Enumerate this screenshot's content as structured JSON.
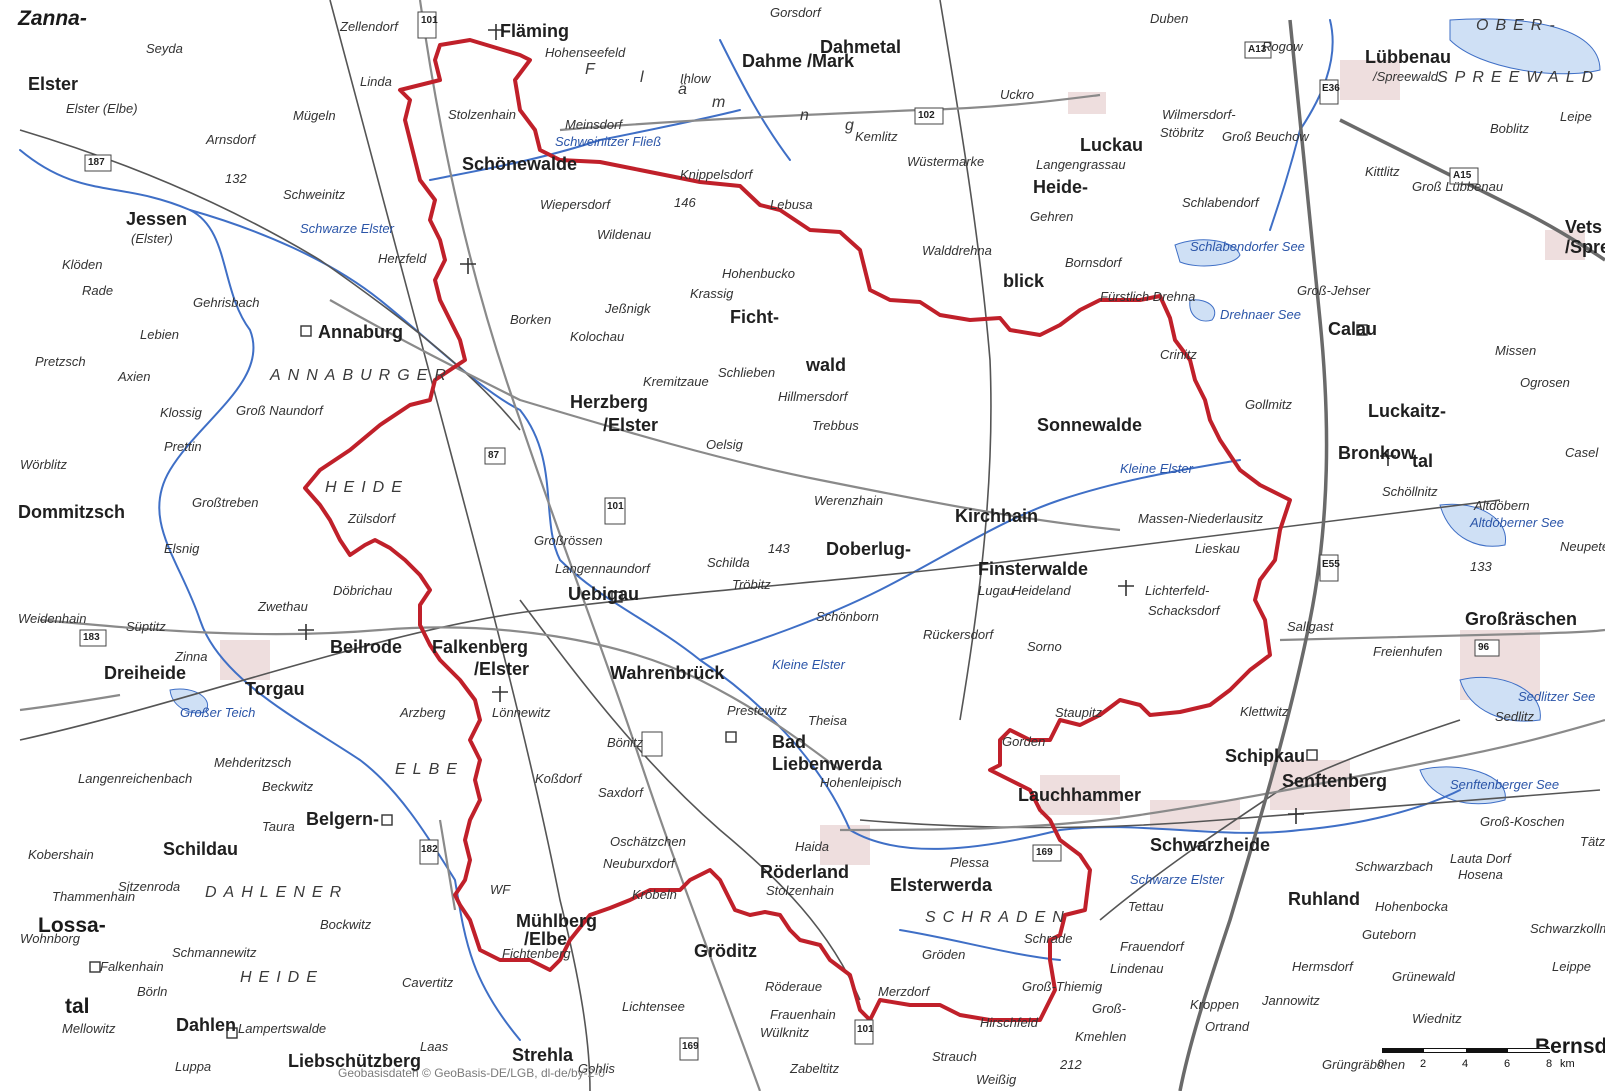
{
  "map": {
    "attribution": "Geobasisdaten © GeoBasis-DE/LGB, dl-de/by-2-0",
    "colors": {
      "background": "#ffffff",
      "boundary": "#c0202a",
      "water": "#3f6fc6",
      "road": "#7a7a7a",
      "railway": "#555555",
      "urban": "#e8d7d7"
    },
    "scale": {
      "ticks": [
        "0",
        "2",
        "4",
        "6",
        "8"
      ],
      "unit": "km"
    },
    "boundary_vertices_count_note": null,
    "labels": [
      {
        "id": "zanna",
        "text": "Zanna-"
      },
      {
        "id": "elster",
        "text": "Elster"
      },
      {
        "id": "seyda",
        "text": "Seyda"
      },
      {
        "id": "zellendorf",
        "text": "Zellendorf"
      },
      {
        "id": "flaming",
        "text": "Fläming"
      },
      {
        "id": "gorsdorf",
        "text": "Gorsdorf"
      },
      {
        "id": "dahmetal",
        "text": "Dahmetal"
      },
      {
        "id": "dahme",
        "text": "Dahme /Mark"
      },
      {
        "id": "duben",
        "text": "Duben"
      },
      {
        "id": "rogow",
        "text": "Rogow"
      },
      {
        "id": "lubbenau",
        "text": "Lübbenau"
      },
      {
        "id": "spreewald_small",
        "text": "/Spreewald"
      },
      {
        "id": "ober",
        "text": "OBER-"
      },
      {
        "id": "spreewald_region",
        "text": "SPREEWALD"
      },
      {
        "id": "hohenseefeld",
        "text": "Hohenseefeld"
      },
      {
        "id": "ihlow",
        "text": "Ihlow"
      },
      {
        "id": "flaming_f",
        "text": "F"
      },
      {
        "id": "flaming_l",
        "text": "l"
      },
      {
        "id": "flaming_a",
        "text": "ä"
      },
      {
        "id": "flaming_m",
        "text": "m"
      },
      {
        "id": "flaming_n",
        "text": "n"
      },
      {
        "id": "flaming_g",
        "text": "g"
      },
      {
        "id": "linda",
        "text": "Linda"
      },
      {
        "id": "mugeln",
        "text": "Mügeln"
      },
      {
        "id": "stolzenhain",
        "text": "Stolzenhain"
      },
      {
        "id": "elster_elbe",
        "text": "Elster (Elbe)"
      },
      {
        "id": "arnsdorf",
        "text": "Arnsdorf"
      },
      {
        "id": "meinsdorf",
        "text": "Meinsdorf"
      },
      {
        "id": "schweinitzer_fliess",
        "text": "Schweinitzer Fließ"
      },
      {
        "id": "kemlitz",
        "text": "Kemlitz"
      },
      {
        "id": "uckro",
        "text": "Uckro"
      },
      {
        "id": "luckau",
        "text": "Luckau"
      },
      {
        "id": "wilmersdorf",
        "text": "Wilmersdorf-"
      },
      {
        "id": "stobritz",
        "text": "Stöbritz"
      },
      {
        "id": "gross_beuchow",
        "text": "Groß Beuchow"
      },
      {
        "id": "boblitz",
        "text": "Boblitz"
      },
      {
        "id": "leipe",
        "text": "Leipe"
      },
      {
        "id": "schonewalde",
        "text": "Schönewalde"
      },
      {
        "id": "wustermarke",
        "text": "Wüstermarke"
      },
      {
        "id": "langengrassau",
        "text": "Langengrassau"
      },
      {
        "id": "heideblick_1",
        "text": "Heide-"
      },
      {
        "id": "heideblick_2",
        "text": "blick"
      },
      {
        "id": "kittlitz",
        "text": "Kittlitz"
      },
      {
        "id": "gross_lubbenau",
        "text": "Groß Lübbenau"
      },
      {
        "id": "n132",
        "text": "132"
      },
      {
        "id": "schweinitz",
        "text": "Schweinitz"
      },
      {
        "id": "wiepersdorf",
        "text": "Wiepersdorf"
      },
      {
        "id": "n146",
        "text": "146"
      },
      {
        "id": "knippelsdorf",
        "text": "Knippelsdorf"
      },
      {
        "id": "lebusa",
        "text": "Lebusa"
      },
      {
        "id": "gohren",
        "text": "Gehren"
      },
      {
        "id": "schlabendorf",
        "text": "Schlabendorf"
      },
      {
        "id": "jessen",
        "text": "Jessen"
      },
      {
        "id": "jessen_elster",
        "text": "(Elster)"
      },
      {
        "id": "wildenau",
        "text": "Wildenau"
      },
      {
        "id": "schwarze_elster_1",
        "text": "Schwarze Elster"
      },
      {
        "id": "herzberg_village",
        "text": "Herzfeld"
      },
      {
        "id": "walddrehna",
        "text": "Walddrehna"
      },
      {
        "id": "bornsdorf",
        "text": "Bornsdorf"
      },
      {
        "id": "schlabendorfer_see",
        "text": "Schlabendorfer See"
      },
      {
        "id": "vetschau",
        "text": "Vets"
      },
      {
        "id": "vetschau2",
        "text": "/Spre"
      },
      {
        "id": "kloden",
        "text": "Klöden"
      },
      {
        "id": "rade",
        "text": "Rade"
      },
      {
        "id": "gehrsbach",
        "text": "Gehrisbach"
      },
      {
        "id": "hohenbucko",
        "text": "Hohenbucko"
      },
      {
        "id": "krassig",
        "text": "Krassig"
      },
      {
        "id": "fichtwald_1",
        "text": "Ficht-"
      },
      {
        "id": "fichtwald_2",
        "text": "wald"
      },
      {
        "id": "gross_jehser",
        "text": "Groß-Jehser"
      },
      {
        "id": "gross_drehna",
        "text": "Fürstlich Drehna"
      },
      {
        "id": "drehnaer_see",
        "text": "Drehnaer See"
      },
      {
        "id": "calau",
        "text": "Calau"
      },
      {
        "id": "annaburg",
        "text": "Annaburg"
      },
      {
        "id": "borken",
        "text": "Borken"
      },
      {
        "id": "jossnigk",
        "text": "Jeßnigk"
      },
      {
        "id": "kolochau",
        "text": "Kolochau"
      },
      {
        "id": "sallgast_area",
        "text": "Sallgast"
      },
      {
        "id": "crinitz",
        "text": "Crinitz"
      },
      {
        "id": "missen",
        "text": "Missen"
      },
      {
        "id": "prelzsch",
        "text": "Pretzsch"
      },
      {
        "id": "lebien",
        "text": "Lebien"
      },
      {
        "id": "annaburger_heide",
        "text": "ANNABURGER"
      },
      {
        "id": "axien",
        "text": "Axien"
      },
      {
        "id": "kremitzaue",
        "text": "Kremitzaue"
      },
      {
        "id": "schlieben",
        "text": "Schlieben"
      },
      {
        "id": "hillmersdorf",
        "text": "Hillmersdorf"
      },
      {
        "id": "ogrosen",
        "text": "Ogrosen"
      },
      {
        "id": "klossig",
        "text": "Klossig"
      },
      {
        "id": "gross_naundorf",
        "text": "Groß Naundorf"
      },
      {
        "id": "herzberg",
        "text": "Herzberg"
      },
      {
        "id": "herzberg_elster",
        "text": "/Elster"
      },
      {
        "id": "trebbus",
        "text": "Trebbus"
      },
      {
        "id": "gollmitz",
        "text": "Gollmitz"
      },
      {
        "id": "luckaitztal",
        "text": "Luckaitz-"
      },
      {
        "id": "prettin",
        "text": "Prettin"
      },
      {
        "id": "oelsig",
        "text": "Oelsig"
      },
      {
        "id": "sonnewalde",
        "text": "Sonnewalde"
      },
      {
        "id": "bronkow",
        "text": "Bronkow"
      },
      {
        "id": "tal",
        "text": "tal"
      },
      {
        "id": "casel",
        "text": "Casel"
      },
      {
        "id": "worblitz",
        "text": "Wörblitz"
      },
      {
        "id": "heide_1",
        "text": "HEIDE"
      },
      {
        "id": "kleine_elster",
        "text": "Kleine Elster"
      },
      {
        "id": "schollnitz",
        "text": "Schöllnitz"
      },
      {
        "id": "dommitzsch",
        "text": "Dommitzsch"
      },
      {
        "id": "grosstreben",
        "text": "Großtreben"
      },
      {
        "id": "zulsdorf",
        "text": "Zülsdorf"
      },
      {
        "id": "werenzhain",
        "text": "Werenzhain"
      },
      {
        "id": "kirchhain",
        "text": "Kirchhain"
      },
      {
        "id": "massen",
        "text": "Massen-Niederlausitz"
      },
      {
        "id": "altdobern",
        "text": "Altdöbern"
      },
      {
        "id": "altdoberner_see",
        "text": "Altdöberner See"
      },
      {
        "id": "neupetershain",
        "text": "Neupete"
      },
      {
        "id": "elsnig",
        "text": "Elsnig"
      },
      {
        "id": "grossrossen",
        "text": "Großrössen"
      },
      {
        "id": "n143",
        "text": "143"
      },
      {
        "id": "doberlug",
        "text": "Doberlug-"
      },
      {
        "id": "finsterwalde",
        "text": "Finsterwalde"
      },
      {
        "id": "lieskau",
        "text": "Lieskau"
      },
      {
        "id": "dobrichau",
        "text": "Döbrichau"
      },
      {
        "id": "langennaundorf",
        "text": "Langennaundorf"
      },
      {
        "id": "schilda",
        "text": "Schilda"
      },
      {
        "id": "lugau",
        "text": "Lugau"
      },
      {
        "id": "heideland",
        "text": "Heideland"
      },
      {
        "id": "lichterfeld",
        "text": "Lichterfeld-"
      },
      {
        "id": "schacksdorf",
        "text": "Schacksdorf"
      },
      {
        "id": "n133",
        "text": "133"
      },
      {
        "id": "zwethau",
        "text": "Zwethau"
      },
      {
        "id": "uebigau",
        "text": "Uebigau"
      },
      {
        "id": "trobitz",
        "text": "Tröbitz"
      },
      {
        "id": "weidenhain",
        "text": "Weidenhain"
      },
      {
        "id": "schonborn",
        "text": "Schönborn"
      },
      {
        "id": "ruckersdorf",
        "text": "Rückersdorf"
      },
      {
        "id": "sallgast",
        "text": "Sallgast"
      },
      {
        "id": "grossraschen",
        "text": "Großräschen"
      },
      {
        "id": "sitplitz",
        "text": "Süptitz"
      },
      {
        "id": "beilrode",
        "text": "Beilrode"
      },
      {
        "id": "falkenberg",
        "text": "Falkenberg"
      },
      {
        "id": "falkenberg_elster",
        "text": "/Elster"
      },
      {
        "id": "sorno",
        "text": "Sorno"
      },
      {
        "id": "freienhufen",
        "text": "Freienhufen"
      },
      {
        "id": "n96",
        "text": "96"
      },
      {
        "id": "zinna",
        "text": "Zinna"
      },
      {
        "id": "dreiheide",
        "text": "Dreiheide"
      },
      {
        "id": "torgau",
        "text": "Torgau"
      },
      {
        "id": "wahrenbruck",
        "text": "Wahrenbrück"
      },
      {
        "id": "kleine_elster_2",
        "text": "Kleine Elster"
      },
      {
        "id": "staupitz",
        "text": "Staupitz"
      },
      {
        "id": "klettwitz",
        "text": "Klettwitz"
      },
      {
        "id": "sedlitz",
        "text": "Sedlitz"
      },
      {
        "id": "grosser_teich",
        "text": "Großer Teich"
      },
      {
        "id": "lunnewitz",
        "text": "Lönnewitz"
      },
      {
        "id": "prestewitz",
        "text": "Prestewitz"
      },
      {
        "id": "theisa",
        "text": "Theisa"
      },
      {
        "id": "sedlitzer_see",
        "text": "Sedlitzer See"
      },
      {
        "id": "arzberg",
        "text": "Arzberg"
      },
      {
        "id": "bonitz",
        "text": "Bönitz"
      },
      {
        "id": "bad_liebenwerda_1",
        "text": "Bad"
      },
      {
        "id": "bad_liebenwerda_2",
        "text": "Liebenwerda"
      },
      {
        "id": "gorden",
        "text": "Gorden"
      },
      {
        "id": "schipkau",
        "text": "Schipkau"
      },
      {
        "id": "mehderitzsch",
        "text": "Mehderitzsch"
      },
      {
        "id": "langenreichenbach",
        "text": "Langenreichenbach"
      },
      {
        "id": "beckwitz",
        "text": "Beckwitz"
      },
      {
        "id": "kossdorf",
        "text": "Koßdorf"
      },
      {
        "id": "saxdorf",
        "text": "Saxdorf"
      },
      {
        "id": "hohenleipisch",
        "text": "Hohenleipisch"
      },
      {
        "id": "lauchhammer",
        "text": "Lauchhammer"
      },
      {
        "id": "senftenberg",
        "text": "Senftenberg"
      },
      {
        "id": "senftenberger_see",
        "text": "Senftenberger See"
      },
      {
        "id": "elbe",
        "text": "ELBE"
      },
      {
        "id": "belgern",
        "text": "Belgern-"
      },
      {
        "id": "taura",
        "text": "Taura"
      },
      {
        "id": "oschatzchen",
        "text": "Oschätzchen"
      },
      {
        "id": "haida",
        "text": "Haida"
      },
      {
        "id": "plessa",
        "text": "Plessa"
      },
      {
        "id": "schwarzheide",
        "text": "Schwarzheide"
      },
      {
        "id": "gross_koschen",
        "text": "Groß-Koschen"
      },
      {
        "id": "tatzsch",
        "text": "Tätzsch"
      },
      {
        "id": "kobershain",
        "text": "Kobershain"
      },
      {
        "id": "schildau",
        "text": "Schildau"
      },
      {
        "id": "neuburxdorf",
        "text": "Neuburxdorf"
      },
      {
        "id": "roderland",
        "text": "Röderland"
      },
      {
        "id": "elsterwerda",
        "text": "Elsterwerda"
      },
      {
        "id": "schwarze_elster_2",
        "text": "Schwarze Elster"
      },
      {
        "id": "schwarzbach",
        "text": "Schwarzbach"
      },
      {
        "id": "laubusch_dorf",
        "text": "Lauta Dorf"
      },
      {
        "id": "hosena",
        "text": "Hosena"
      },
      {
        "id": "sitzenroda",
        "text": "Sitzenroda"
      },
      {
        "id": "thammenhain",
        "text": "Thammenhain"
      },
      {
        "id": "dahlener_heide",
        "text": "DAHLENER"
      },
      {
        "id": "krobeln",
        "text": "Kröbeln"
      },
      {
        "id": "stolzenhain_2",
        "text": "Stolzenhain"
      },
      {
        "id": "schraden",
        "text": "SCHRADEN"
      },
      {
        "id": "tettau",
        "text": "Tettau"
      },
      {
        "id": "ruhland",
        "text": "Ruhland"
      },
      {
        "id": "hohenbocka",
        "text": "Hohenbocka"
      },
      {
        "id": "lossatal_1",
        "text": "Lossa-"
      },
      {
        "id": "wf",
        "text": "WF"
      },
      {
        "id": "muhlberg",
        "text": "Mühlberg"
      },
      {
        "id": "muhlberg_elbe",
        "text": "/Elbe"
      },
      {
        "id": "frauendorf",
        "text": "Frauendorf"
      },
      {
        "id": "guteborn",
        "text": "Guteborn"
      },
      {
        "id": "schwarzkollm",
        "text": "Schwarzkollm"
      },
      {
        "id": "bockwitz",
        "text": "Bockwitz"
      },
      {
        "id": "wohnborg",
        "text": "Wohnborg"
      },
      {
        "id": "schmannewitz",
        "text": "Schmannewitz"
      },
      {
        "id": "fichtenberg",
        "text": "Fichtenberg"
      },
      {
        "id": "groditz",
        "text": "Gröditz"
      },
      {
        "id": "groden",
        "text": "Gröden"
      },
      {
        "id": "schrade",
        "text": "Schrade"
      },
      {
        "id": "lindenau",
        "text": "Lindenau"
      },
      {
        "id": "hermsdorf",
        "text": "Hermsdorf"
      },
      {
        "id": "grunewald",
        "text": "Grünewald"
      },
      {
        "id": "leippe",
        "text": "Leippe"
      },
      {
        "id": "falkenhain",
        "text": "Falkenhain"
      },
      {
        "id": "heide_2",
        "text": "HEIDE"
      },
      {
        "id": "caveritz",
        "text": "Cavertitz"
      },
      {
        "id": "roderaue",
        "text": "Röderaue"
      },
      {
        "id": "merzdorf",
        "text": "Merzdorf"
      },
      {
        "id": "gross_thiemig",
        "text": "Groß-Thiemig"
      },
      {
        "id": "tal_2",
        "text": "tal"
      },
      {
        "id": "borln",
        "text": "Börln"
      },
      {
        "id": "lichtensee",
        "text": "Lichtensee"
      },
      {
        "id": "frauenhain",
        "text": "Frauenhain"
      },
      {
        "id": "hirschfeld",
        "text": "Hirschfeld"
      },
      {
        "id": "gross_kmehlen",
        "text": "Groß-"
      },
      {
        "id": "kroppen",
        "text": "Kroppen"
      },
      {
        "id": "jannowitz",
        "text": "Jannowitz"
      },
      {
        "id": "wiednitz",
        "text": "Wiednitz"
      },
      {
        "id": "mellowitz",
        "text": "Mellowitz"
      },
      {
        "id": "dahlen",
        "text": "Dahlen"
      },
      {
        "id": "lampertswalde",
        "text": "Lampertswalde"
      },
      {
        "id": "laas",
        "text": "Laas"
      },
      {
        "id": "wulknitz",
        "text": "Wülknitz"
      },
      {
        "id": "ortrand",
        "text": "Ortrand"
      },
      {
        "id": "liebschutzberg",
        "text": "Liebschützberg"
      },
      {
        "id": "strehla",
        "text": "Strehla"
      },
      {
        "id": "gohlis",
        "text": "Gohlis"
      },
      {
        "id": "zabeltitz",
        "text": "Zabeltitz"
      },
      {
        "id": "strauch",
        "text": "Strauch"
      },
      {
        "id": "n212",
        "text": "212"
      },
      {
        "id": "weissig",
        "text": "Weißig"
      },
      {
        "id": "grungraben",
        "text": "Grüngräbchen"
      },
      {
        "id": "bernsdorf",
        "text": "Bernsd"
      },
      {
        "id": "luppa",
        "text": "Luppa"
      },
      {
        "id": "kmehlen",
        "text": "Kmehlen"
      }
    ],
    "roads": [
      {
        "id": "r101a",
        "text": "101"
      },
      {
        "id": "r102",
        "text": "102"
      },
      {
        "id": "r187",
        "text": "187"
      },
      {
        "id": "r87",
        "text": "87"
      },
      {
        "id": "r101b",
        "text": "101"
      },
      {
        "id": "r182",
        "text": "182"
      },
      {
        "id": "r183",
        "text": "183"
      },
      {
        "id": "r169",
        "text": "169"
      },
      {
        "id": "r101c",
        "text": "101"
      },
      {
        "id": "r169b",
        "text": "169"
      },
      {
        "id": "r96",
        "text": "96"
      },
      {
        "id": "ra13",
        "text": "A13"
      },
      {
        "id": "ra15",
        "text": "A15"
      },
      {
        "id": "re36",
        "text": "E36"
      },
      {
        "id": "re55",
        "text": "E55"
      }
    ]
  }
}
